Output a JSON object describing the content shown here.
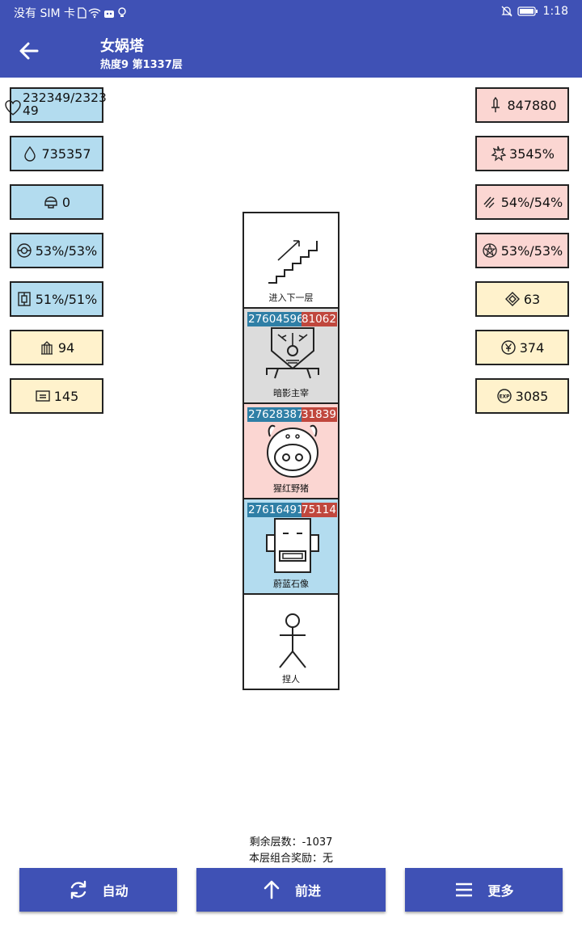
{
  "status_bar": {
    "carrier": "没有 SIM 卡",
    "time": "1:18"
  },
  "app_bar": {
    "title": "女娲塔",
    "subtitle": "热度9 第1337层",
    "back_icon": "arrow-left-icon"
  },
  "left_stats": [
    {
      "icon": "heart-icon",
      "value": "232349/232349",
      "line1": "232349/2323",
      "line2": "49",
      "color": "blue"
    },
    {
      "icon": "water-drop-icon",
      "value": "735357",
      "color": "blue"
    },
    {
      "icon": "helmet-icon",
      "value": "0",
      "color": "blue"
    },
    {
      "icon": "shield-round-icon",
      "value": "53%/53%",
      "color": "blue"
    },
    {
      "icon": "armor-icon",
      "value": "51%/51%",
      "color": "blue"
    },
    {
      "icon": "cage-icon",
      "value": "94",
      "color": "yellow"
    },
    {
      "icon": "scroll-icon",
      "value": "145",
      "color": "yellow"
    }
  ],
  "right_stats": [
    {
      "icon": "sword-icon",
      "value": "847880",
      "color": "pink"
    },
    {
      "icon": "burst-icon",
      "value": "3545%",
      "color": "pink"
    },
    {
      "icon": "slash-icon",
      "value": "54%/54%",
      "color": "pink"
    },
    {
      "icon": "pentagram-icon",
      "value": "53%/53%",
      "color": "pink"
    },
    {
      "icon": "gem-icon",
      "value": "63",
      "color": "yellow"
    },
    {
      "icon": "yen-coin-icon",
      "value": "374",
      "color": "yellow"
    },
    {
      "icon": "exp-icon",
      "value": "3085",
      "color": "yellow"
    }
  ],
  "tower": [
    {
      "label": "进入下一层",
      "type": "stairs",
      "color": "white"
    },
    {
      "label": "暗影主宰",
      "type": "shadow",
      "color": "gray",
      "atk": "27604596",
      "def": "81062"
    },
    {
      "label": "猩红野猪",
      "type": "boar",
      "color": "pink",
      "atk": "27628387",
      "def": "31839"
    },
    {
      "label": "蔚蓝石像",
      "type": "statue",
      "color": "blue",
      "atk": "27616491",
      "def": "75114"
    },
    {
      "label": "捏人",
      "type": "stickman",
      "color": "white"
    }
  ],
  "floor_info": {
    "remaining": "剩余层数：-1037",
    "bonus": "本层组合奖励：无"
  },
  "buttons": {
    "auto": "自动",
    "forward": "前进",
    "more": "更多"
  }
}
